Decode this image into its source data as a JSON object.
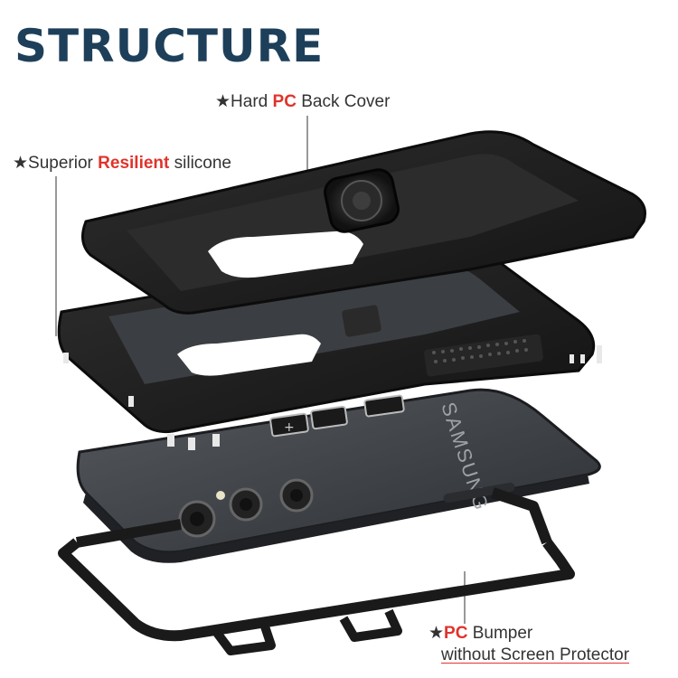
{
  "title": "STRUCTURE",
  "labels": {
    "back_cover": {
      "star": "★",
      "pre": "Hard ",
      "highlight": "PC",
      "post": " Back Cover"
    },
    "silicone": {
      "star": "★",
      "pre": "Superior ",
      "highlight": "Resilient",
      "post": " silicone"
    },
    "bumper": {
      "star": "★",
      "highlight": "PC",
      "post": " Bumper",
      "line2": "without Screen Protector"
    }
  },
  "phone_brand_text": "SAMSUNG",
  "colors": {
    "title": "#1d3f5a",
    "accent": "#e0332b",
    "case": "#1b1b1b",
    "phone": "#3a3d41"
  }
}
